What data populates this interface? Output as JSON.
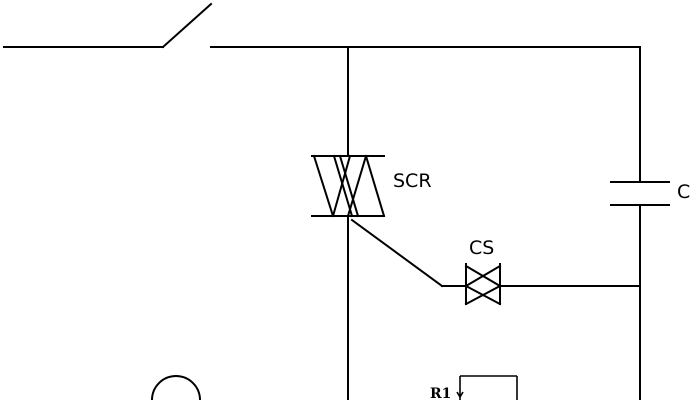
{
  "diagram": {
    "labels": {
      "scr": "SCR",
      "cs": "CS",
      "capacitor": "C",
      "resistor": "R1"
    }
  }
}
